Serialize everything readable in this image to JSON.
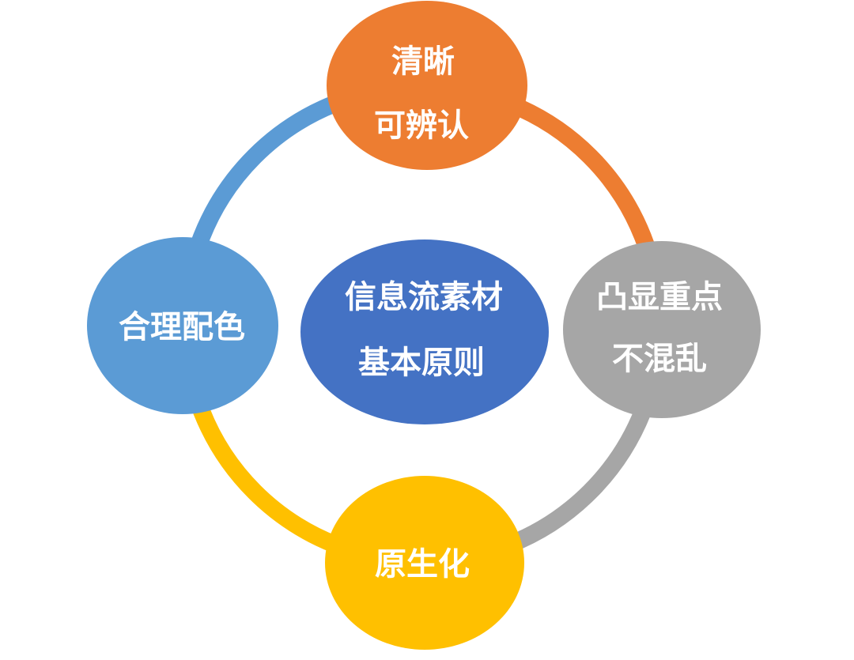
{
  "diagram": {
    "background_color": "#ffffff",
    "text_color": "#ffffff",
    "center": {
      "lines": [
        "信息流素材",
        "基本原则"
      ],
      "color": "#4472C4"
    },
    "nodes": [
      {
        "id": "top",
        "lines": [
          "清晰",
          "可辨认"
        ],
        "color": "#ED7D31"
      },
      {
        "id": "right",
        "lines": [
          "凸显重点",
          "不混乱"
        ],
        "color": "#A6A6A6"
      },
      {
        "id": "bottom",
        "lines": [
          "原生化"
        ],
        "color": "#FFC000"
      },
      {
        "id": "left",
        "lines": [
          "合理配色"
        ],
        "color": "#5B9BD5"
      }
    ],
    "ring": {
      "top_left_color": "#5B9BD5",
      "top_right_color": "#ED7D31",
      "bottom_right_color": "#A6A6A6",
      "bottom_left_color": "#FFC000"
    }
  }
}
